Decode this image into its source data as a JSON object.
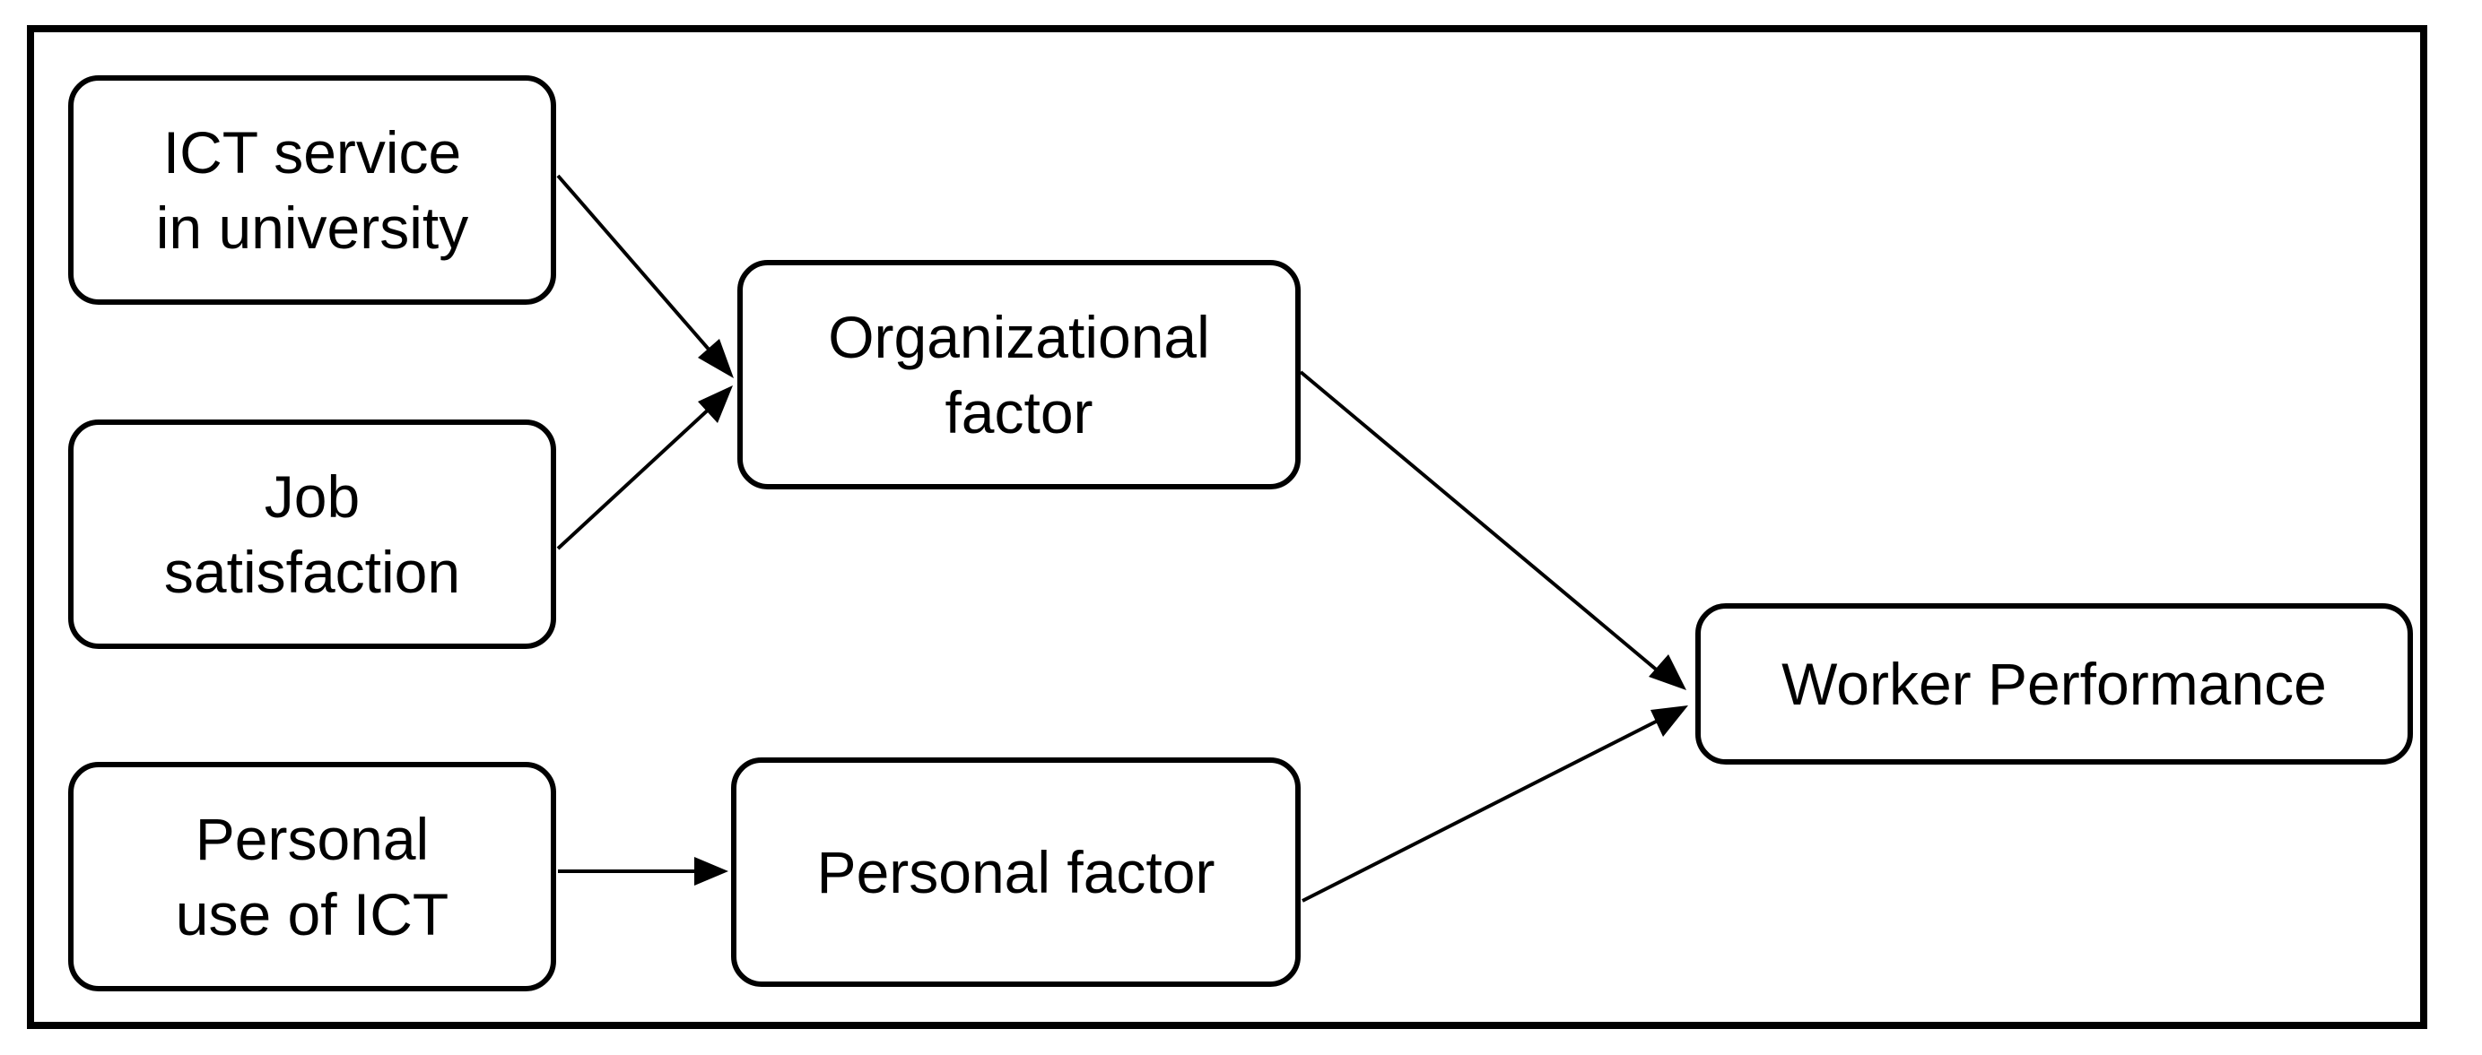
{
  "diagram": {
    "nodes": [
      {
        "id": "ict",
        "lines": [
          "ICT service",
          "in university"
        ]
      },
      {
        "id": "job",
        "lines": [
          "Job",
          "satisfaction"
        ]
      },
      {
        "id": "puse",
        "lines": [
          "Personal",
          "use of ICT"
        ]
      },
      {
        "id": "org",
        "lines": [
          "Organizational",
          "factor"
        ]
      },
      {
        "id": "pers",
        "lines": [
          "Personal factor"
        ]
      },
      {
        "id": "worker",
        "lines": [
          "Worker Performance"
        ]
      }
    ],
    "edges": [
      {
        "from": "ict",
        "to": "org"
      },
      {
        "from": "job",
        "to": "org"
      },
      {
        "from": "puse",
        "to": "pers"
      },
      {
        "from": "org",
        "to": "worker"
      },
      {
        "from": "pers",
        "to": "worker"
      }
    ],
    "colors": {
      "stroke": "#000000",
      "fill": "#ffffff",
      "text": "#000000"
    }
  }
}
